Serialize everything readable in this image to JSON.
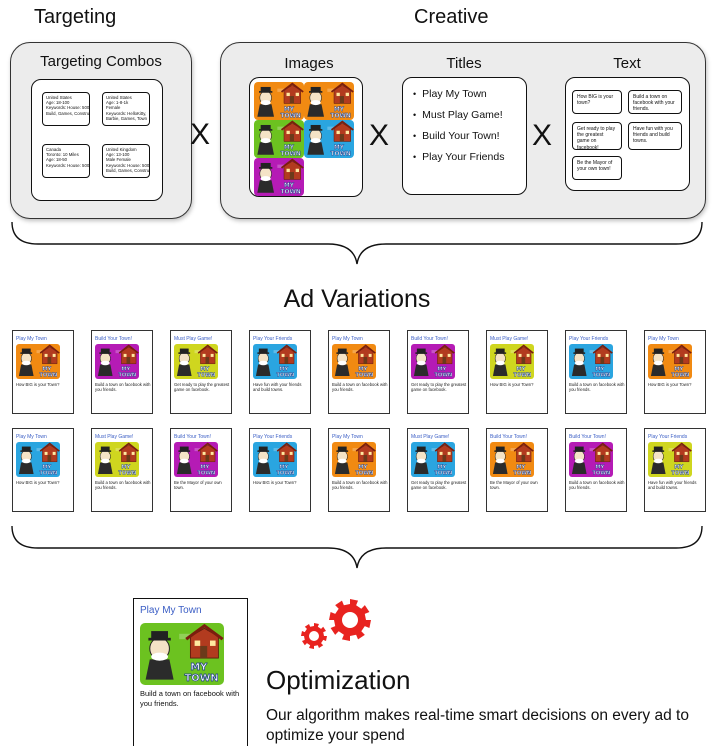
{
  "headers": {
    "targeting": "Targeting",
    "creative": "Creative",
    "targeting_combos": "Targeting Combos",
    "images": "Images",
    "titles": "Titles",
    "text": "Text",
    "ad_variations": "Ad Variations"
  },
  "multiply": "X",
  "combos": [
    [
      "United States",
      "Age: 18-100",
      "Keywords: House: 500",
      "Build, Games, Construct"
    ],
    [
      "United States",
      "Age: 1-8-1k",
      "Female",
      "Keywords: HelloKitty,",
      "Barbie, Games, Town"
    ],
    [
      "Canada",
      "Toronto: 10 Miles",
      "Age: 18-50",
      "Keywords: House: 500"
    ],
    [
      "United Kingdom",
      "Age: 13-100",
      "Male Female",
      "Keywords: House: 500",
      "Build, Games, Construct"
    ]
  ],
  "titles": [
    "Play My Town",
    "Must Play Game!",
    "Build Your Town!",
    "Play Your Friends"
  ],
  "texts": [
    "How BIG is your town?",
    "Build a town on facebook with your friends.",
    "Get ready to play the greatest game on facebook!",
    "Have fun with you friends and build towns.",
    "Be the Mayor of your own town!"
  ],
  "logo_text": [
    "MY",
    "TOWN"
  ],
  "ads": [
    {
      "title": "Play My Town",
      "body": "How BIG is your Town?",
      "bg": "#f18a12"
    },
    {
      "title": "Build Your Town!",
      "body": "Build a town on facebook with you friends.",
      "bg": "#b51bb5"
    },
    {
      "title": "Must Play Game!",
      "body": "Get ready to play the greatest game on facebook.",
      "bg": "#cfd61f"
    },
    {
      "title": "Play Your Friends",
      "body": "Have fun with your friends and build towns.",
      "bg": "#2aa5e0"
    },
    {
      "title": "Play My Town",
      "body": "Build a town on facebook with you friends.",
      "bg": "#f18a12"
    },
    {
      "title": "Build Your Town!",
      "body": "Get ready to play the greatest game on facebook.",
      "bg": "#b51bb5"
    },
    {
      "title": "Must Play Game!",
      "body": "How BIG is your Town?",
      "bg": "#cfd61f"
    },
    {
      "title": "Play Your Friends",
      "body": "Build a town on facebook with you friends.",
      "bg": "#2aa5e0"
    },
    {
      "title": "Play My Town",
      "body": "How BIG is your Town?",
      "bg": "#f18a12"
    },
    {
      "title": "Play My Town",
      "body": "How BIG is your Town?",
      "bg": "#2aa5e0"
    },
    {
      "title": "Must Play Game!",
      "body": "Build a town on facebook with you friends.",
      "bg": "#cfd61f"
    },
    {
      "title": "Build Your Town!",
      "body": "Be the Mayor of your own town.",
      "bg": "#b51bb5"
    },
    {
      "title": "Play Your Friends",
      "body": "How BIG is your Town?",
      "bg": "#2aa5e0"
    },
    {
      "title": "Play My Town",
      "body": "Build a town on facebook with you friends.",
      "bg": "#f18a12"
    },
    {
      "title": "Must Play Game!",
      "body": "Get ready to play the greatest game on facebook.",
      "bg": "#2aa5e0"
    },
    {
      "title": "Build Your Town!",
      "body": "Be the Mayor of your own town.",
      "bg": "#f18a12"
    },
    {
      "title": "Build Your Town!",
      "body": "Build a town on facebook with you friends.",
      "bg": "#b51bb5"
    },
    {
      "title": "Play Your Friends",
      "body": "Have fun with your friends and build towns.",
      "bg": "#cfd61f"
    }
  ],
  "final_ad": {
    "title": "Play My Town",
    "body": "Build a town on facebook with you friends.",
    "bg": "#6cc220"
  },
  "optimization": {
    "title": "Optimization",
    "description": "Our algorithm makes real-time smart decisions on every ad to optimize your spend"
  },
  "colors": {
    "gear": "#e8231f",
    "ad_title": "#3b5ec5",
    "image_tiles": [
      "#f18a12",
      "#f18a12",
      "#6cc220",
      "#2aa5e0",
      "#b51bb5"
    ]
  }
}
